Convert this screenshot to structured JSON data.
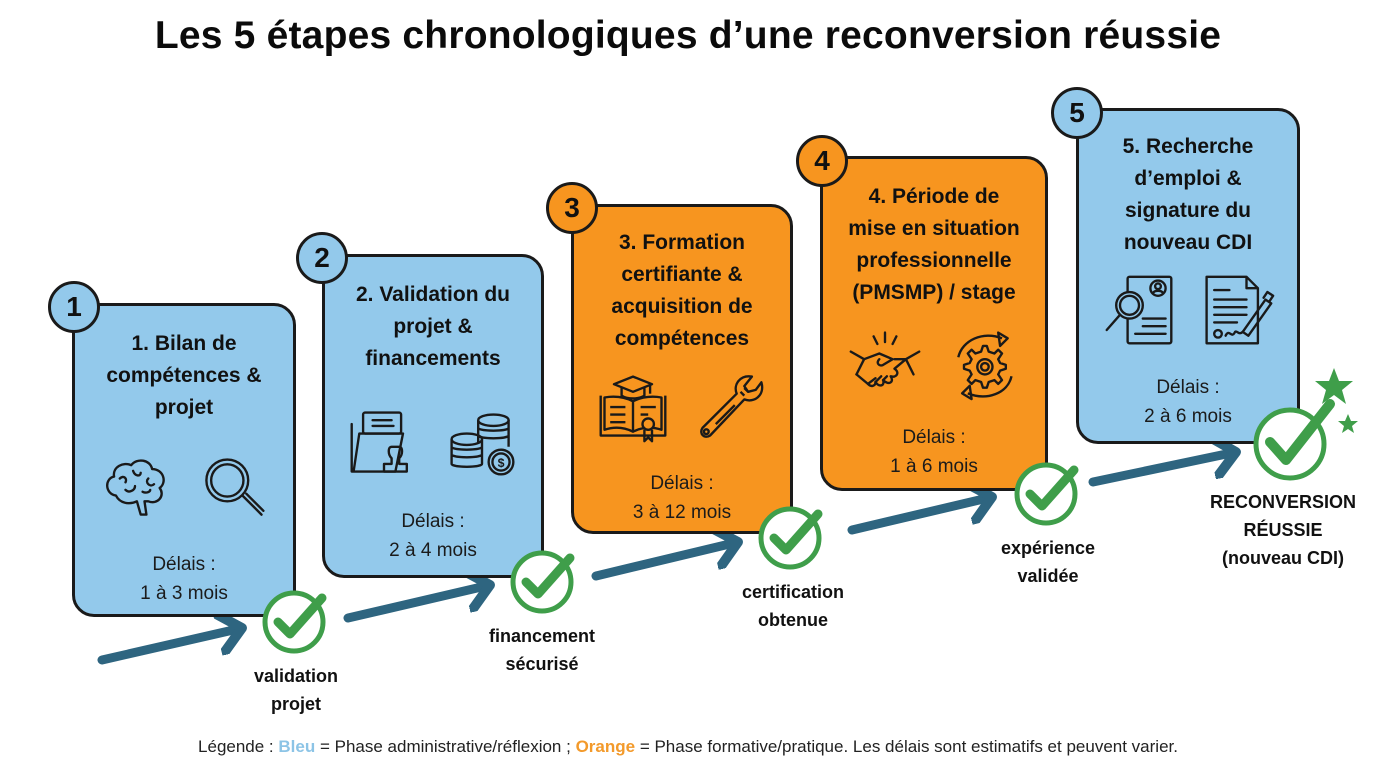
{
  "title": "Les 5 étapes chronologiques d’une reconversion réussie",
  "colors": {
    "blue_phase": "#93c9eb",
    "orange_phase": "#f7951f",
    "arrow": "#2e6580",
    "check": "#3f9e4a",
    "outline": "#1a1a1a"
  },
  "steps": [
    {
      "number": "1",
      "phase": "blue",
      "heading_lines": [
        "1. Bilan de",
        "compétences &",
        "projet"
      ],
      "icons": [
        "brain-icon",
        "magnifying-glass-icon"
      ],
      "delay_label": "Délais :",
      "delay_value": "1 à 3 mois"
    },
    {
      "number": "2",
      "phase": "blue",
      "heading_lines": [
        "2. Validation du",
        "projet &",
        "financements"
      ],
      "icons": [
        "folder-stamp-icon",
        "coins-dollar-icon"
      ],
      "delay_label": "Délais :",
      "delay_value": "2 à 4 mois"
    },
    {
      "number": "3",
      "phase": "orange",
      "heading_lines": [
        "3. Formation",
        "certifiante &",
        "acquisition de",
        "compétences"
      ],
      "icons": [
        "diploma-book-icon",
        "wrench-icon"
      ],
      "delay_label": "Délais :",
      "delay_value": "3 à 12 mois"
    },
    {
      "number": "4",
      "phase": "orange",
      "heading_lines": [
        "4. Période de",
        "mise en situation",
        "professionnelle",
        "(PMSMP) / stage"
      ],
      "icons": [
        "handshake-icon",
        "gear-cycle-icon"
      ],
      "delay_label": "Délais :",
      "delay_value": "1 à 6 mois"
    },
    {
      "number": "5",
      "phase": "blue",
      "heading_lines": [
        "5. Recherche",
        "d’emploi &",
        "signature du",
        "nouveau CDI"
      ],
      "icons": [
        "resume-search-icon",
        "contract-sign-icon"
      ],
      "delay_label": "Délais :",
      "delay_value": "2 à 6 mois"
    }
  ],
  "milestones": [
    {
      "lines": [
        "validation",
        "projet"
      ]
    },
    {
      "lines": [
        "financement",
        "sécurisé"
      ]
    },
    {
      "lines": [
        "certification",
        "obtenue"
      ]
    },
    {
      "lines": [
        "expérience",
        "validée"
      ]
    },
    {
      "lines": [
        "RECONVERSION",
        "RÉUSSIE",
        "(nouveau CDI)"
      ]
    }
  ],
  "legend": {
    "prefix": "Légende : ",
    "blue_word": "Bleu",
    "blue_text": " = Phase administrative/réflexion ; ",
    "orange_word": "Orange",
    "orange_text": " = Phase formative/pratique. Les délais sont estimatifs et peuvent varier."
  }
}
